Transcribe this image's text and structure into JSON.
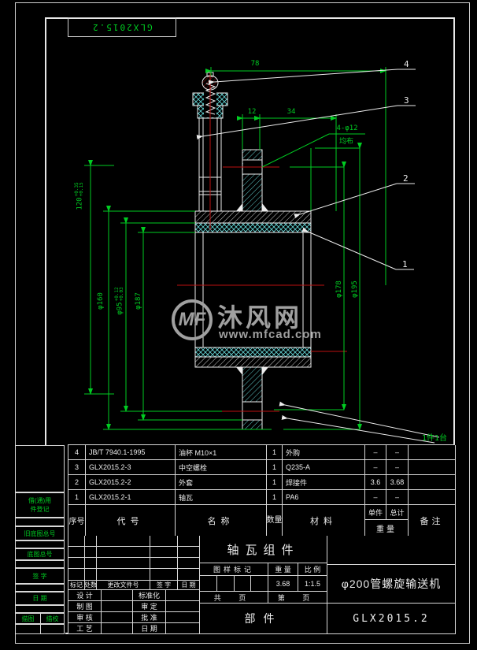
{
  "colors": {
    "line_green": "#00cc22",
    "centerline_red": "#bb1111",
    "hatch_cyan": "#66d9d9",
    "hatch_white": "#e8e8e8",
    "text_white": "#ececec",
    "watermark_gray": "#a0a0a0"
  },
  "frame": {
    "doc_code_top": "GLX2015.2",
    "qty_note": "1件1台"
  },
  "margin_strip": {
    "loan_line1": "借(通)用",
    "loan_line2": "件登记",
    "old_base_no": "旧底图总号",
    "base_no": "底图总号",
    "sign": "签 字",
    "date": "日 期",
    "trace": "描图",
    "check": "描校"
  },
  "drawing": {
    "dims": {
      "d78": "78",
      "d12": "12",
      "d34": "34",
      "holes": "4-φ12",
      "holes_note": "均布",
      "h120": "120",
      "h120_tol_up": "+0.35",
      "h120_tol_dn": "+0.15",
      "d160": "φ160",
      "d95": "φ95",
      "d95_tol_up": "+0.12",
      "d95_tol_dn": "+0.03",
      "d187": "φ187",
      "d178": "φ178",
      "d195": "φ195"
    },
    "balloons": [
      "4",
      "3",
      "2",
      "1"
    ],
    "watermark": {
      "logo": "MF",
      "brand": "沐风网",
      "url": "www.mfcad.com"
    }
  },
  "parts_list": {
    "headers": {
      "no": "序号",
      "code": "代号",
      "name": "名称",
      "qty": "数量",
      "material": "材料",
      "unit": "单件",
      "total": "总计",
      "weight": "重量",
      "remark": "备注"
    },
    "rows": [
      {
        "no": "4",
        "code": "JB/T 7940.1-1995",
        "name": "油杯 M10×1",
        "qty": "1",
        "material": "外购",
        "unit": "–",
        "total": "–",
        "remark": ""
      },
      {
        "no": "3",
        "code": "GLX2015.2-3",
        "name": "中空螺栓",
        "qty": "1",
        "material": "Q235-A",
        "unit": "–",
        "total": "–",
        "remark": ""
      },
      {
        "no": "2",
        "code": "GLX2015.2-2",
        "name": "外套",
        "qty": "1",
        "material": "焊接件",
        "unit": "3.6",
        "total": "3.68",
        "remark": ""
      },
      {
        "no": "1",
        "code": "GLX2015.2-1",
        "name": "轴瓦",
        "qty": "1",
        "material": "PA6",
        "unit": "–",
        "total": "–",
        "remark": ""
      }
    ]
  },
  "title_block": {
    "part_title": "轴瓦组件",
    "mark_header": "图样标记",
    "weight_header": "重 量",
    "scale_header": "比 例",
    "weight_value": "3.68",
    "scale_value": "1:1.5",
    "sheets_total": "共 页",
    "sheet_no": "第 页",
    "doc_type": "部件",
    "project": "φ200管螺旋输送机",
    "doc_no": "GLX2015.2",
    "rev_headers": [
      "标记",
      "处数",
      "更改文件号",
      "签 字",
      "日 期"
    ],
    "roles_left": [
      "设 计",
      "制 图",
      "审 核",
      "工 艺"
    ],
    "roles_right": [
      "标准化",
      "审 定",
      "批 准",
      "日 期"
    ]
  }
}
